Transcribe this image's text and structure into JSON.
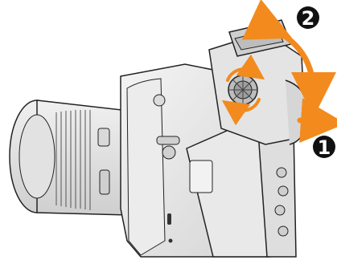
{
  "figure": {
    "subject": "camera-with-tilting-electronic-viewfinder",
    "callouts": [
      {
        "number": "2",
        "meaning": "tilt-viewfinder-upward"
      },
      {
        "number": "1",
        "meaning": "pull-viewfinder-outward"
      }
    ]
  },
  "colors": {
    "background": "#ffffff",
    "arrow": "#f28a1e",
    "callout_badge": "#111111",
    "callout_text": "#ffffff",
    "camera_body": "#e7e7e7",
    "outline": "#222222"
  },
  "icons": [
    "viewfinder-dial-icon",
    "rotation-arrows-icon"
  ]
}
